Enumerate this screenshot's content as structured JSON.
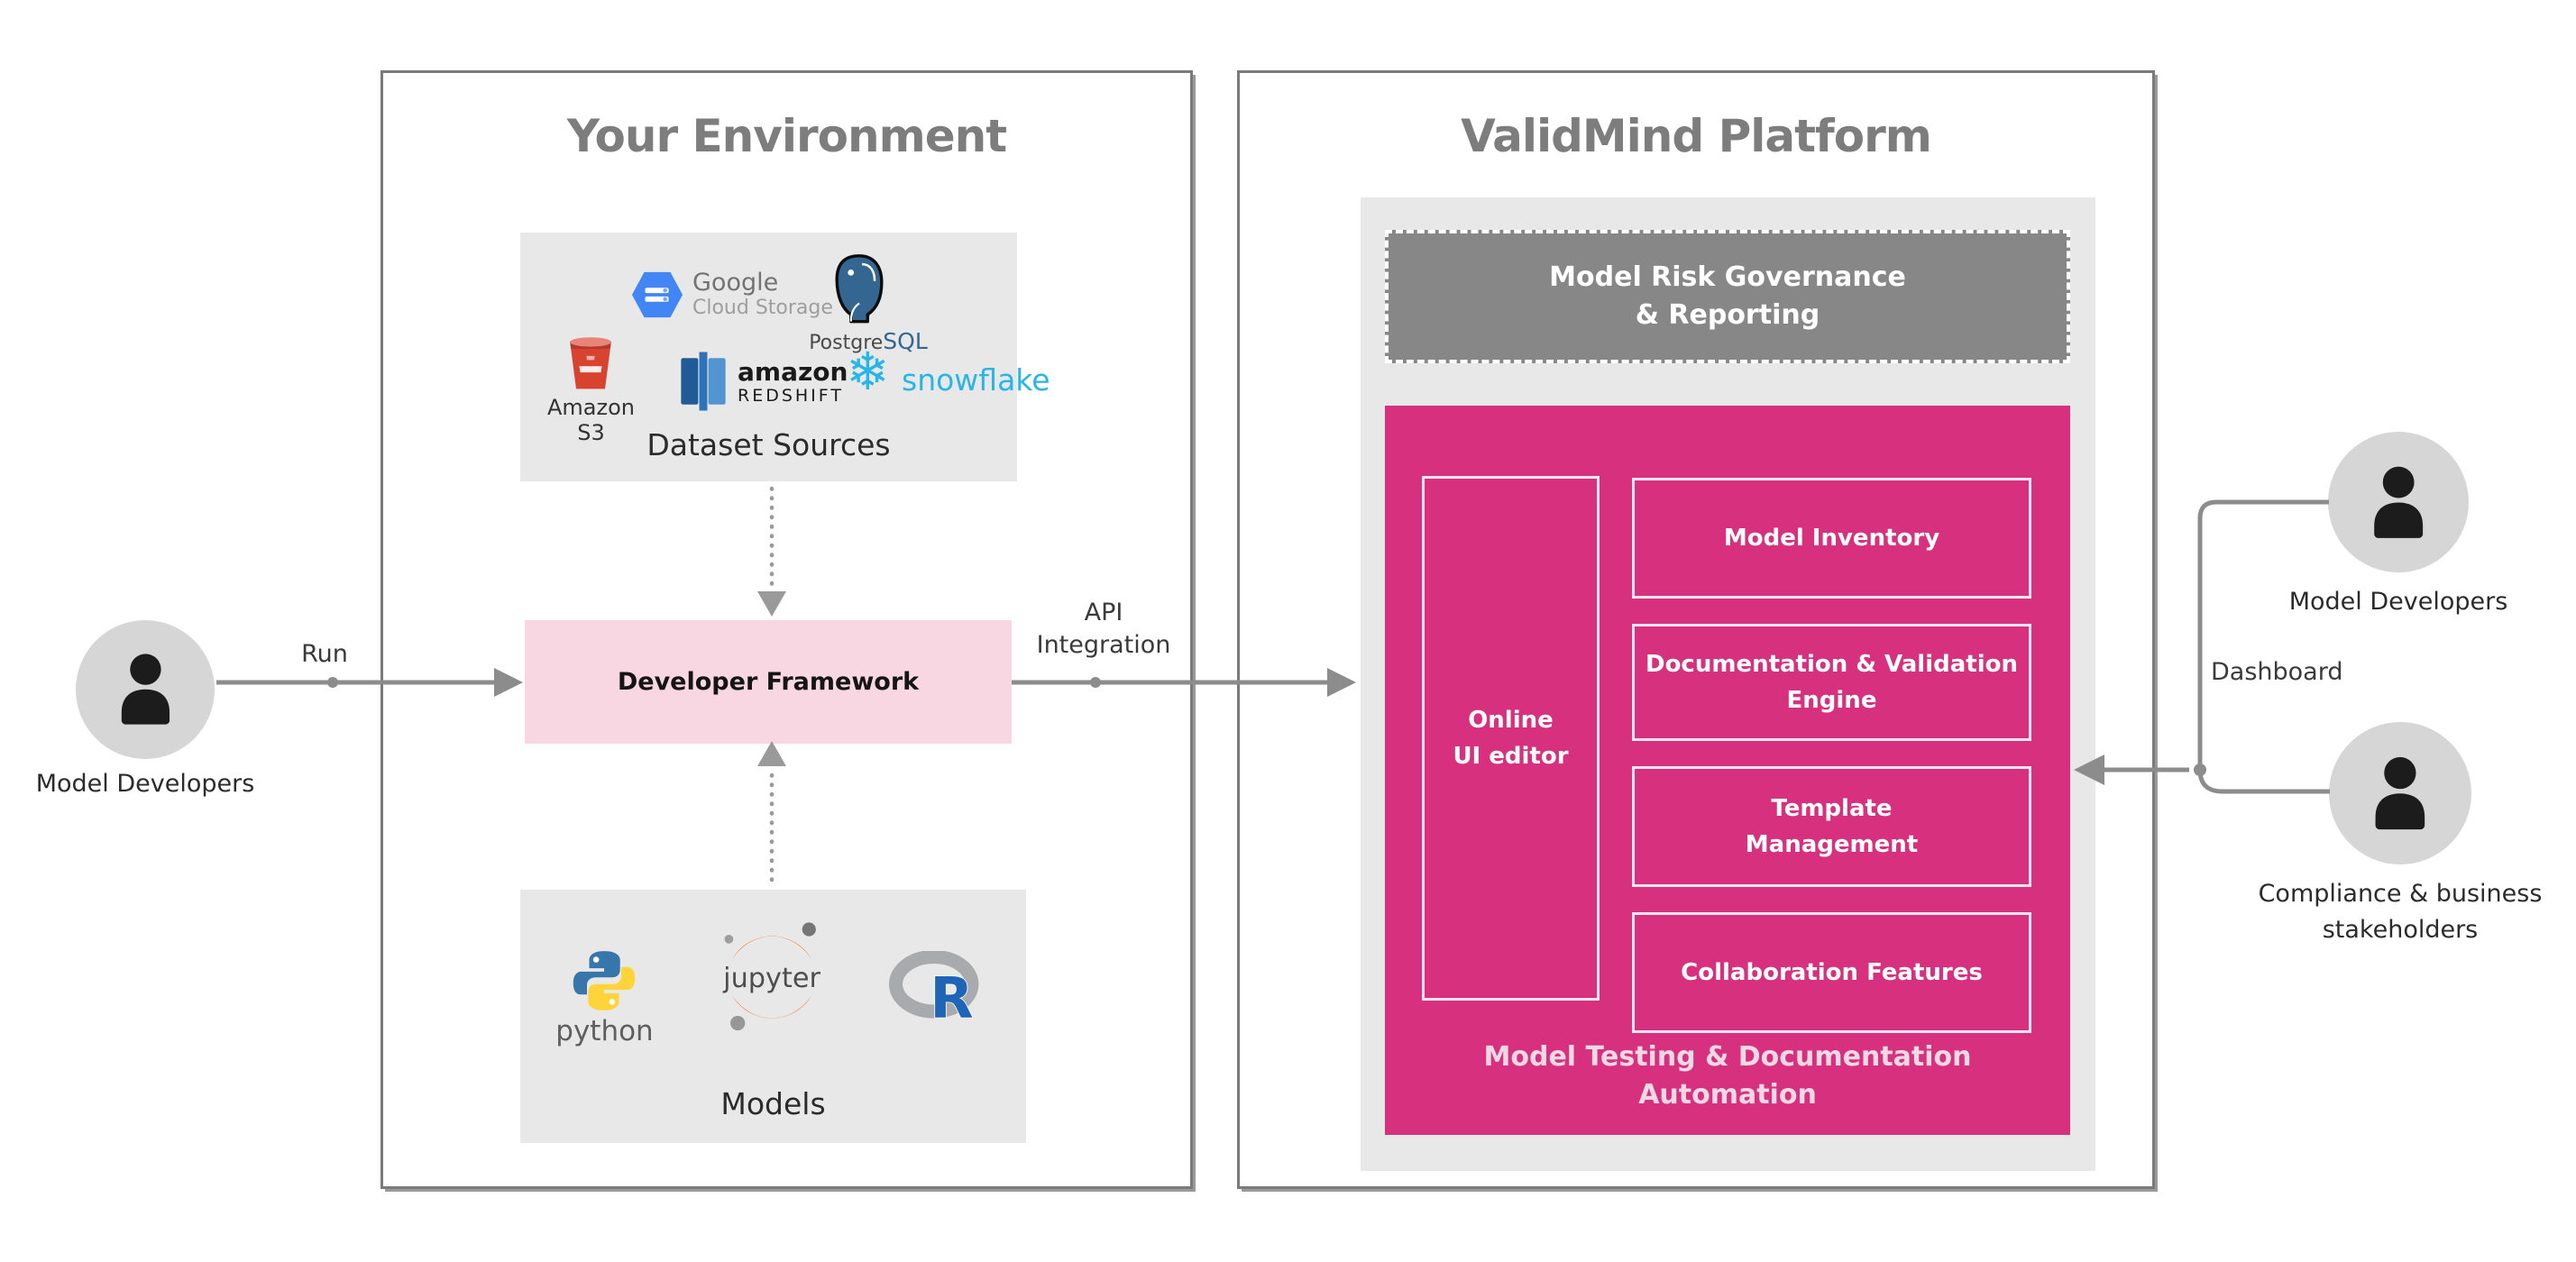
{
  "left_panel": {
    "title": "Your Environment",
    "dataset_sources": {
      "label": "Dataset Sources",
      "logos": {
        "google_cloud_storage": {
          "line1": "Google",
          "line2": "Cloud Storage"
        },
        "postgresql": {
          "part1": "Postgre",
          "part2": "SQL"
        },
        "amazon_s3": "Amazon S3",
        "redshift": {
          "line1": "amazon",
          "line2": "REDSHIFT"
        },
        "snowflake": "snowflake"
      }
    },
    "developer_framework": "Developer Framework",
    "models": {
      "label": "Models",
      "logos": {
        "python": "python",
        "jupyter": "jupyter",
        "r": "R"
      }
    }
  },
  "right_panel": {
    "title": "ValidMind Platform",
    "governance": "Model Risk Governance\n& Reporting",
    "online_editor": "Online\nUI editor",
    "features": [
      "Model Inventory",
      "Documentation & Validation\nEngine",
      "Template\nManagement",
      "Collaboration Features"
    ],
    "automation": "Model Testing & Documentation\nAutomation"
  },
  "actors": {
    "left_developers": "Model Developers",
    "right_developers": "Model Developers",
    "compliance": "Compliance & business\nstakeholders"
  },
  "edges": {
    "run": "Run",
    "api_integration": "API\nIntegration",
    "dashboard": "Dashboard"
  },
  "colors": {
    "magenta": "#d7307f",
    "framework_pink": "#f8d7e3",
    "panel_gray": "#e8e8e8",
    "governance_gray": "#878787",
    "border_gray": "#7a7a7a",
    "line_gray": "#8c8c8c",
    "title_gray": "#7d7d7d",
    "snowflake_blue": "#29b5e8",
    "postgres_blue": "#336791",
    "python_blue": "#3776ab",
    "python_yellow": "#ffd43b",
    "jupyter_orange": "#f37726",
    "r_blue": "#1f65b7",
    "gcs_blue": "#4285f4",
    "s3_red": "#d8432f",
    "redshift_blue": "#205b97"
  }
}
